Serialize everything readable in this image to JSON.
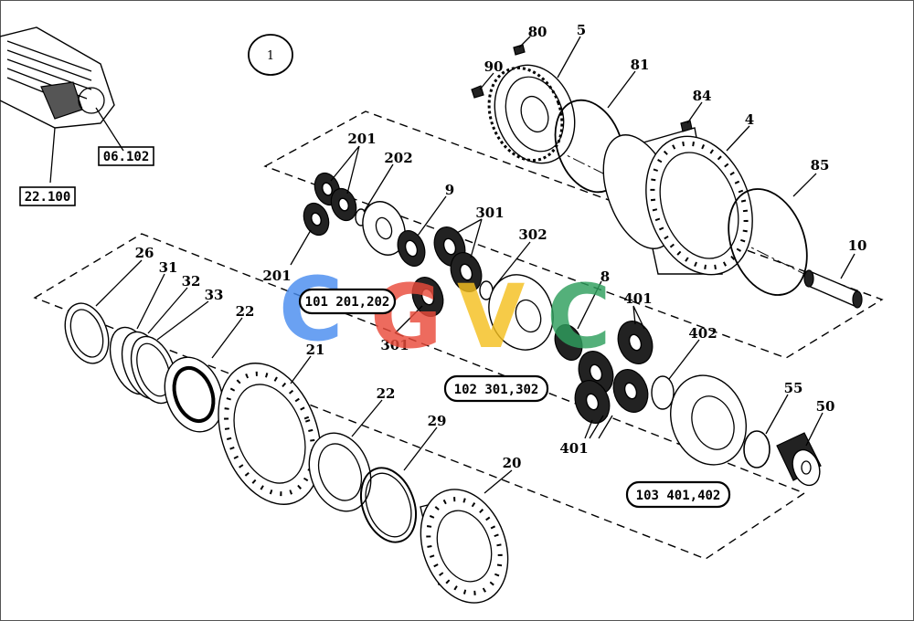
{
  "view_number": "1",
  "reference_boxes": [
    "06.102",
    "22.100"
  ],
  "group_labels": [
    "101 201,202",
    "102 301,302",
    "103 401,402"
  ],
  "callouts": {
    "c80": "80",
    "c5": "5",
    "c90": "90",
    "c81": "81",
    "c84": "84",
    "c4": "4",
    "c85": "85",
    "c10": "10",
    "c201a": "201",
    "c202": "202",
    "c9": "9",
    "c301a": "301",
    "c302": "302",
    "c201b": "201",
    "c301b": "301",
    "c8": "8",
    "c401a": "401",
    "c402": "402",
    "c401b": "401",
    "c55": "55",
    "c50": "50",
    "c26": "26",
    "c31": "31",
    "c32": "32",
    "c33": "33",
    "c22a": "22",
    "c21": "21",
    "c22b": "22",
    "c29": "29",
    "c20": "20"
  },
  "watermark": {
    "letters": [
      "C",
      "G",
      "V",
      "C"
    ],
    "colors": [
      "#4a8df0",
      "#ea4b3b",
      "#f5c020",
      "#2f9f5e"
    ]
  }
}
